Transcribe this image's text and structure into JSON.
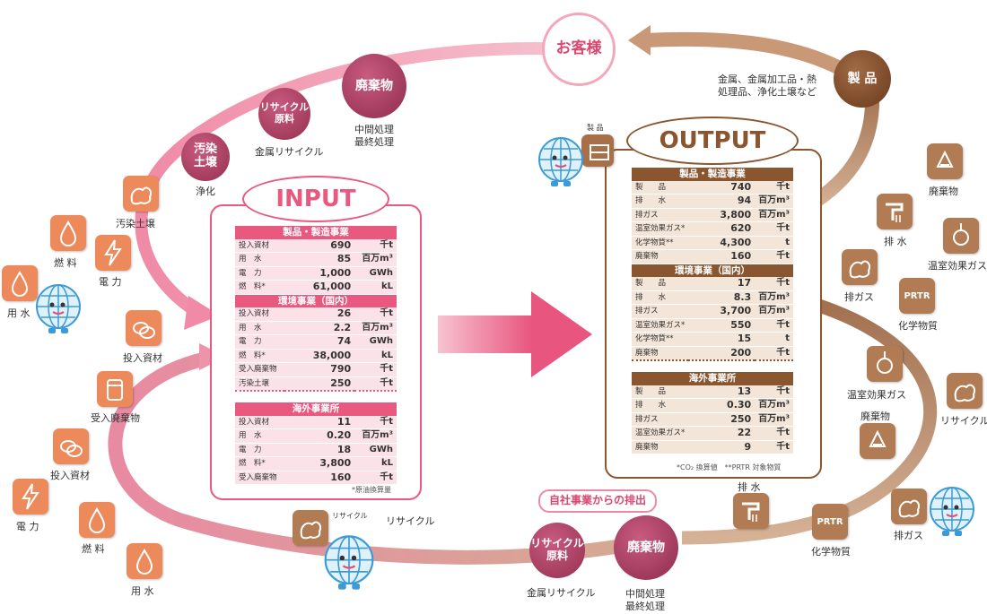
{
  "nodes": {
    "customer": "お客様",
    "product_node": "製 品",
    "product_desc": [
      "金属、金属加工品・熱",
      "処理品、浄化土壌など"
    ],
    "contaminated_soil": [
      "汚染",
      "土壌"
    ],
    "purification": "浄化",
    "recycled_material_top": [
      "リサイクル",
      "原料"
    ],
    "metal_recycle_top": "金属リサイクル",
    "waste_top": "廃棄物",
    "treatment_top": [
      "中間処理",
      "最終処理"
    ],
    "recycled_material_bottom": [
      "リサイクル",
      "原料"
    ],
    "metal_recycle_bottom": "金属リサイクル",
    "waste_bottom": "廃棄物",
    "treatment_bottom": [
      "中間処理",
      "最終処理"
    ],
    "own_emission": "自社事業からの排出"
  },
  "icons_left": {
    "soil": "汚染土壌",
    "fuel1": "燃 料",
    "power1": "電 力",
    "water1": "用 水",
    "material1": "投入資材",
    "received_waste": "受入廃棄物",
    "material2": "投入資材",
    "power2": "電 力",
    "fuel2": "燃 料",
    "water2": "用 水",
    "recycle_small": "リサイクル",
    "recycle": "リサイクル"
  },
  "icons_right": {
    "product_small": "製 品",
    "waste1": "廃棄物",
    "drain1": "排 水",
    "ghg1": "温室効果ガス",
    "exhaust1": "排ガス",
    "prtr1": "化学物質",
    "ghg2": "温室効果ガス",
    "waste2": "廃棄物",
    "recycle": "リサイクル",
    "drain2": "排 水",
    "prtr2": "化学物質",
    "exhaust2": "排ガス",
    "prtr_mark": "PRTR"
  },
  "input": {
    "title": "INPUT",
    "sections": [
      {
        "header": "製品・製造事業",
        "rows": [
          [
            "投入資材",
            "690",
            "千t"
          ],
          [
            "用　水",
            "85",
            "百万m³"
          ],
          [
            "電　力",
            "1,000",
            "GWh"
          ],
          [
            "燃　料*",
            "61,000",
            "kL"
          ]
        ]
      },
      {
        "header": "環境事業（国内）",
        "rows": [
          [
            "投入資材",
            "26",
            "千t"
          ],
          [
            "用　水",
            "2.2",
            "百万m³"
          ],
          [
            "電　力",
            "74",
            "GWh"
          ],
          [
            "燃　料*",
            "38,000",
            "kL"
          ],
          [
            "受入廃棄物",
            "790",
            "千t"
          ],
          [
            "汚染土壌",
            "250",
            "千t"
          ]
        ]
      },
      {
        "header": "海外事業所",
        "rows": [
          [
            "投入資材",
            "11",
            "千t"
          ],
          [
            "用　水",
            "0.20",
            "百万m³"
          ],
          [
            "電　力",
            "18",
            "GWh"
          ],
          [
            "燃　料*",
            "3,800",
            "kL"
          ],
          [
            "受入廃棄物",
            "160",
            "千t"
          ]
        ]
      }
    ],
    "note": "*原油換算量"
  },
  "output": {
    "title": "OUTPUT",
    "sections": [
      {
        "header": "製品・製造事業",
        "rows": [
          [
            "製　　品",
            "740",
            "千t"
          ],
          [
            "排　　水",
            "94",
            "百万m³"
          ],
          [
            "排ガス",
            "3,800",
            "百万m³"
          ],
          [
            "温室効果ガス*",
            "620",
            "千t"
          ],
          [
            "化学物質**",
            "4,300",
            "t"
          ],
          [
            "廃棄物",
            "160",
            "千t"
          ]
        ]
      },
      {
        "header": "環境事業（国内）",
        "rows": [
          [
            "製　　品",
            "17",
            "千t"
          ],
          [
            "排　　水",
            "8.3",
            "百万m³"
          ],
          [
            "排ガス",
            "3,700",
            "百万m³"
          ],
          [
            "温室効果ガス*",
            "550",
            "千t"
          ],
          [
            "化学物質**",
            "15",
            "t"
          ],
          [
            "廃棄物",
            "200",
            "千t"
          ]
        ]
      },
      {
        "header": "海外事業所",
        "rows": [
          [
            "製　　品",
            "13",
            "千t"
          ],
          [
            "排　　水",
            "0.30",
            "百万m³"
          ],
          [
            "排ガス",
            "250",
            "百万m³"
          ],
          [
            "温室効果ガス*",
            "22",
            "千t"
          ],
          [
            "廃棄物",
            "9",
            "千t"
          ]
        ]
      }
    ],
    "note": "*CO₂ 換算値　**PRTR 対象物質"
  },
  "colors": {
    "pink": "#e9587f",
    "pink_light": "#f4a7bb",
    "pink_row": "#fbe1e8",
    "maroon": "#a2385a",
    "maroon_light": "#c45d80",
    "brown": "#8a5630",
    "brown_row": "#f3e5d7",
    "brown_light": "#c69b77",
    "orange": "#ec8a5b"
  }
}
